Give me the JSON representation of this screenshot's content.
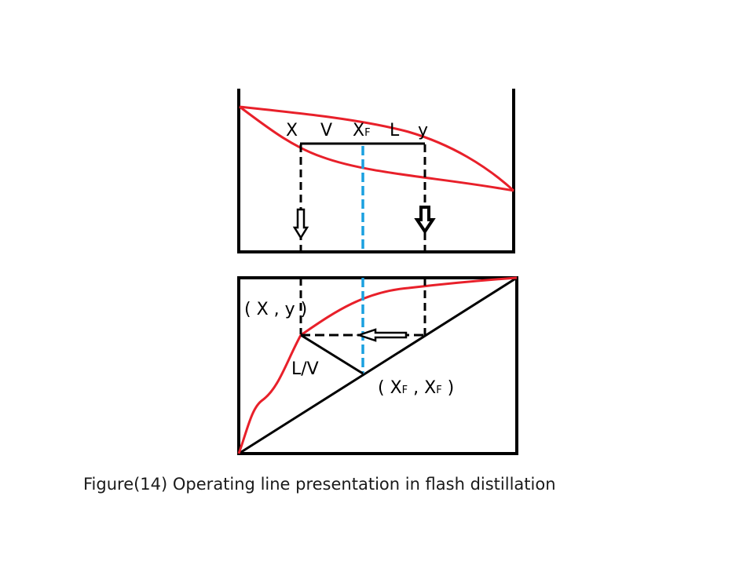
{
  "top_panel_labels": {
    "x": "X",
    "v": "V",
    "xf_main": "X",
    "xf_sub": "F",
    "l": "L",
    "y": "y"
  },
  "bottom_panel_labels": {
    "point_xy": "( X , y )",
    "slope": "L/V",
    "point_xf_open": "( X",
    "point_xf_sub1": "F",
    "point_xf_mid": " , X",
    "point_xf_sub2": "F",
    "point_xf_close": " )"
  },
  "caption": "Figure(14) Operating line presentation in flash distillation",
  "colors": {
    "curve": "#e8202a",
    "feed_line": "#1aa0e0",
    "ink": "#000000"
  }
}
